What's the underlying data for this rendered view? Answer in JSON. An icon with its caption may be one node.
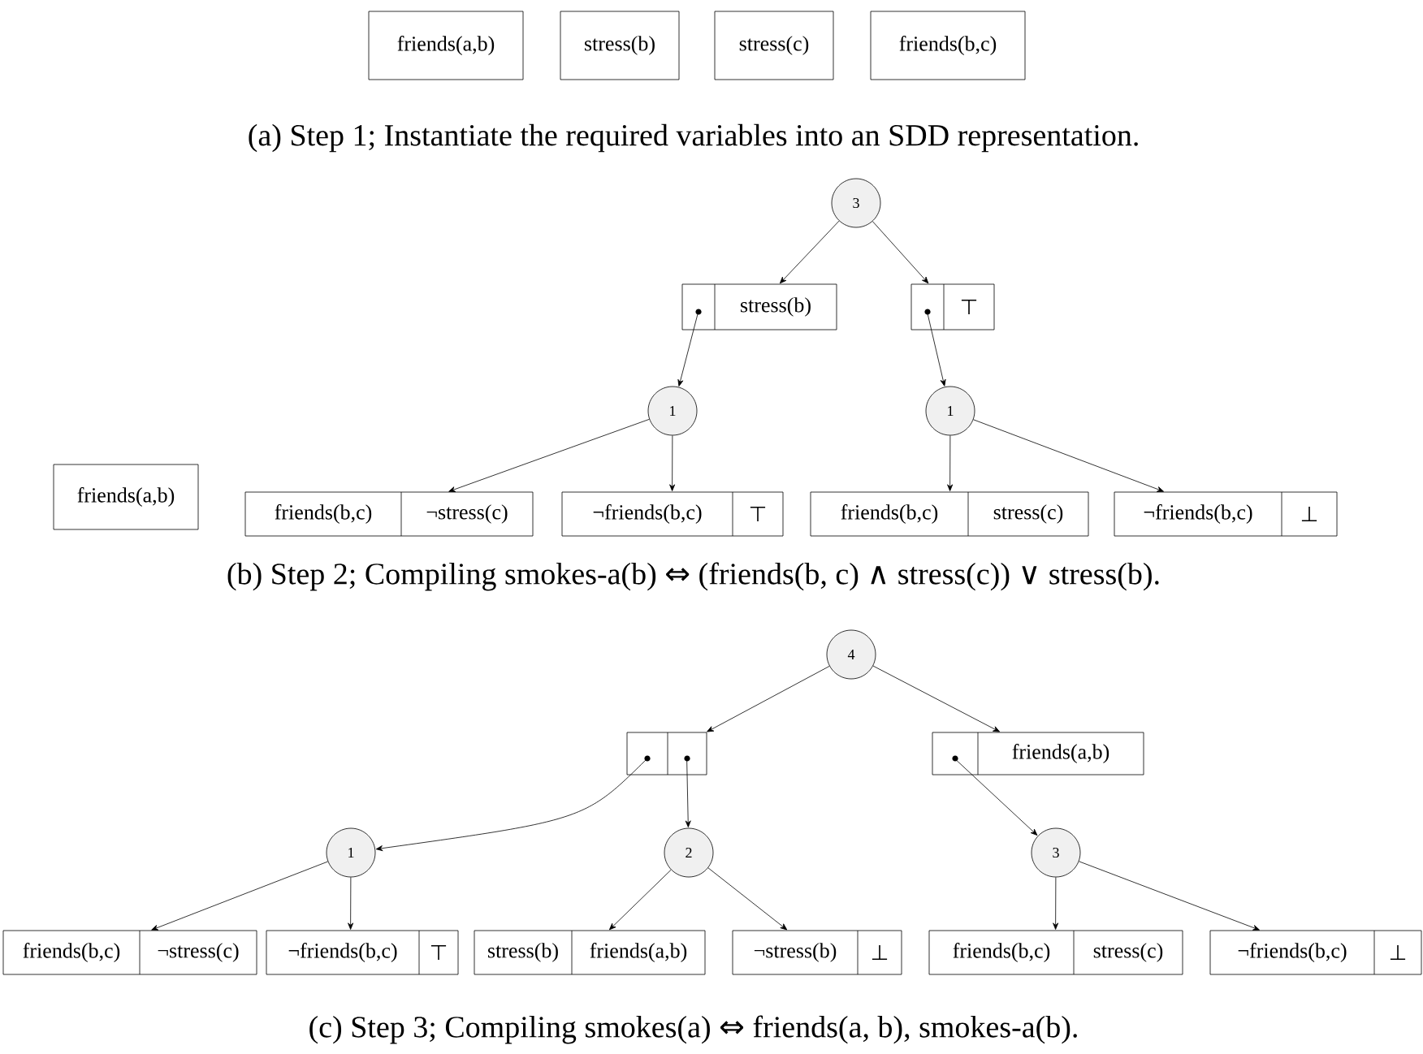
{
  "diagram": {
    "nodes": [
      {
        "text": [
          "friends(a,b)"
        ]
      },
      {
        "text": [
          "stress(b)"
        ]
      },
      {
        "text": [
          "stress(c)"
        ]
      },
      {
        "text": [
          "friends(b,c)"
        ]
      },
      {
        "text": [
          "3"
        ]
      },
      {
        "text": [
          "stress(b)"
        ]
      },
      {
        "text": [
          "⊤"
        ]
      },
      {
        "text": [
          "1"
        ]
      },
      {
        "text": [
          "1"
        ]
      },
      {
        "text": [
          "friends(a,b)"
        ]
      },
      {
        "text": [
          "friends(b,c)",
          "¬stress(c)"
        ]
      },
      {
        "text": [
          "¬friends(b,c)",
          "⊤"
        ]
      },
      {
        "text": [
          "friends(b,c)",
          "stress(c)"
        ]
      },
      {
        "text": [
          "¬friends(b,c)",
          "⊥"
        ]
      },
      {
        "text": [
          "4"
        ]
      },
      {
        "text": [],
        "shape": "box"
      },
      {
        "text": [
          "friends(a,b)"
        ]
      },
      {
        "text": [
          "1"
        ]
      },
      {
        "text": [
          "2"
        ]
      },
      {
        "text": [
          "3"
        ]
      },
      {
        "text": [
          "friends(b,c)",
          "¬stress(c)"
        ]
      },
      {
        "text": [
          "¬friends(b,c)",
          "⊤"
        ]
      },
      {
        "text": [
          "stress(b)",
          "friends(a,b)"
        ]
      },
      {
        "text": [
          "¬stress(b)",
          "⊥"
        ]
      },
      {
        "text": [
          "friends(b,c)",
          "stress(c)"
        ]
      },
      {
        "text": [
          "¬friends(b,c)",
          "⊥"
        ]
      }
    ],
    "edges": [
      {
        "from": 4,
        "to": 5,
        "arrow": "to"
      },
      {
        "from": 4,
        "to": 6,
        "arrow": "to"
      },
      {
        "from": 5,
        "to": 7,
        "arrow": "to"
      },
      {
        "from": 6,
        "to": 8,
        "arrow": "to"
      },
      {
        "from": 7,
        "to": 10,
        "arrow": "to"
      },
      {
        "from": 7,
        "to": 11,
        "arrow": "to"
      },
      {
        "from": 8,
        "to": 12,
        "arrow": "to"
      },
      {
        "from": 8,
        "to": 13,
        "arrow": "to"
      },
      {
        "from": 14,
        "to": 15,
        "arrow": "to"
      },
      {
        "from": 14,
        "to": 16,
        "arrow": "to"
      },
      {
        "from": 15,
        "to": 17,
        "arrow": "to"
      },
      {
        "from": 15,
        "to": 18,
        "arrow": "to"
      },
      {
        "from": 16,
        "to": 19,
        "arrow": "to"
      },
      {
        "from": 17,
        "to": 20,
        "arrow": "to"
      },
      {
        "from": 17,
        "to": 21,
        "arrow": "to"
      },
      {
        "from": 18,
        "to": 22,
        "arrow": "to"
      },
      {
        "from": 18,
        "to": 23,
        "arrow": "to"
      },
      {
        "from": 19,
        "to": 24,
        "arrow": "to"
      },
      {
        "from": 19,
        "to": 25,
        "arrow": "to"
      }
    ],
    "labels": [
      "(a) Step 1; Instantiate the required variables into an SDD representation.",
      "(b) Step 2; Compiling smokes-a(b) ⇔ (friends(b, c) ∧ stress(c)) ∨ stress(b).",
      "(c) Step 3; Compiling smokes(a) ⇔ friends(a, b), smokes-a(b)."
    ]
  }
}
